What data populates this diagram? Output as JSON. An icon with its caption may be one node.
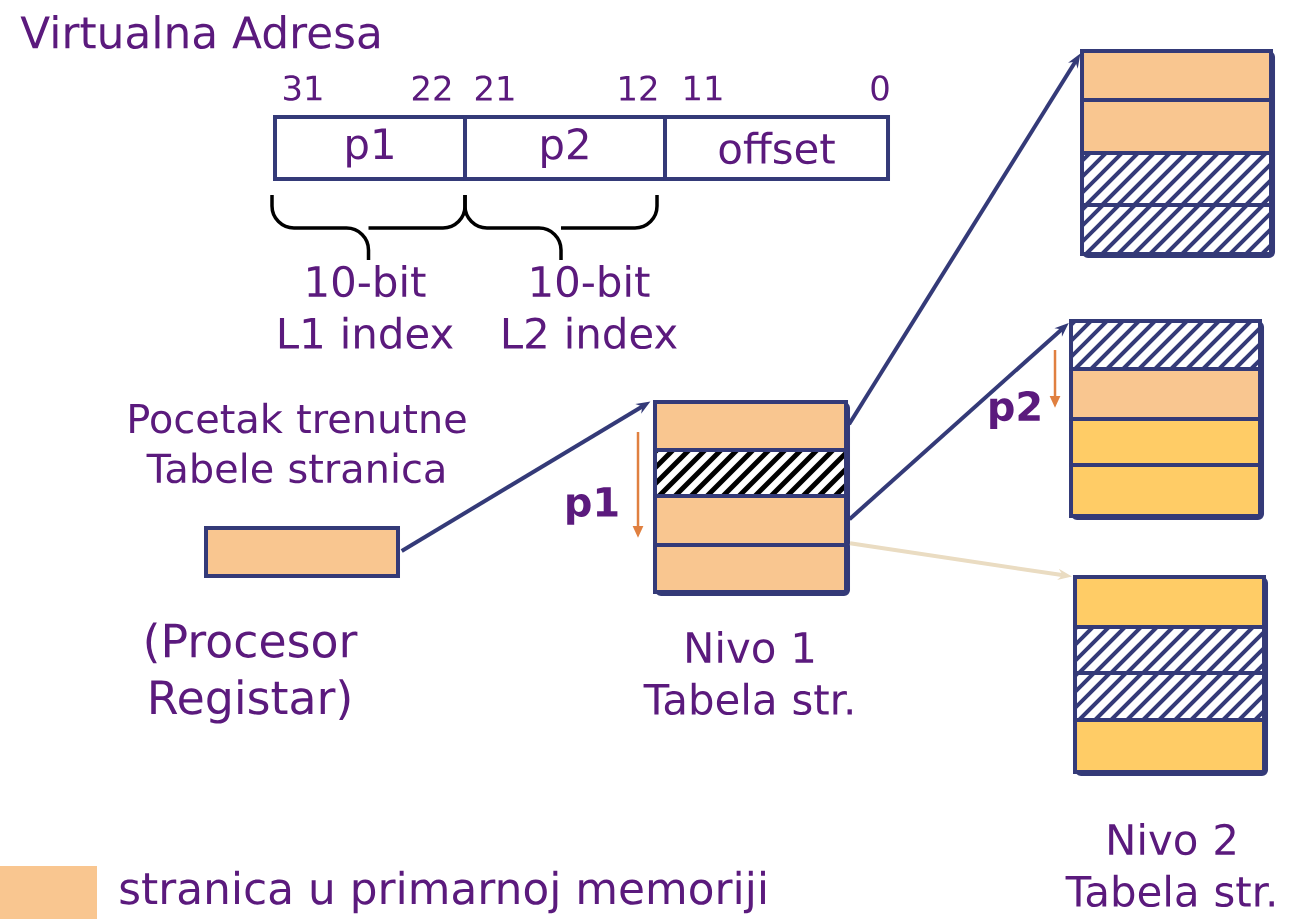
{
  "diagram": {
    "title": "Virtualna Adresa",
    "nodes": [
      {
        "text": [
          "p1"
        ]
      },
      {
        "text": [
          "p2"
        ]
      },
      {
        "text": [
          "offset"
        ]
      },
      {
        "text": [],
        "shape": "bar",
        "beside": [
          "Pocetak trenutne Tabele stranica",
          "(Procesor Registar)"
        ]
      },
      {
        "text": [],
        "shape": "box",
        "beside": [
          "Nivo 1 Tabela str."
        ]
      },
      {
        "text": [],
        "shape": "bar",
        "in": 4
      },
      {
        "text": [],
        "shape": "bar",
        "in": 4
      },
      {
        "text": [],
        "shape": "bar",
        "in": 4
      },
      {
        "text": [],
        "shape": "bar",
        "in": 4
      },
      {
        "text": [],
        "shape": "box"
      },
      {
        "text": [],
        "shape": "bar",
        "in": 9
      },
      {
        "text": [],
        "shape": "bar",
        "in": 9
      },
      {
        "text": [],
        "shape": "bar",
        "in": 9
      },
      {
        "text": [],
        "shape": "bar",
        "in": 9
      },
      {
        "text": [],
        "shape": "box"
      },
      {
        "text": [],
        "shape": "bar",
        "in": 14
      },
      {
        "text": [],
        "shape": "bar",
        "in": 14
      },
      {
        "text": [],
        "shape": "bar",
        "in": 14
      },
      {
        "text": [],
        "shape": "bar",
        "in": 14
      },
      {
        "text": [],
        "shape": "box",
        "beside": [
          "Nivo 2 Tabela str."
        ]
      },
      {
        "text": [],
        "shape": "bar",
        "in": 19
      },
      {
        "text": [],
        "shape": "bar",
        "in": 19
      },
      {
        "text": [],
        "shape": "bar",
        "in": 19
      },
      {
        "text": [],
        "shape": "bar",
        "in": 19
      }
    ],
    "edges": [
      {
        "from": 3,
        "to": 5,
        "arrow": "to"
      },
      {
        "from": 5,
        "to": 9,
        "arrow": "to"
      },
      {
        "from": 7,
        "to": 14,
        "arrow": "to"
      },
      {
        "from": 8,
        "to": 19,
        "arrow": "to",
        "color": "#eadcc2"
      }
    ],
    "labels": [
      "31",
      "22",
      "21",
      "12",
      "11",
      "0",
      "10-bit L1 index",
      "10-bit L2 index",
      "p2",
      "p1"
    ],
    "legend": [
      {
        "text": "stranica u primarnoj memoriji",
        "color": "#f9c690"
      }
    ]
  }
}
